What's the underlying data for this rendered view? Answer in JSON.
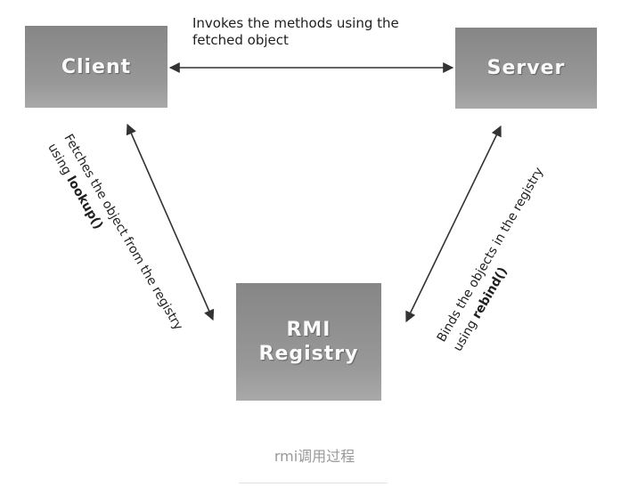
{
  "diagram_type": "rmi-architecture",
  "nodes": {
    "client": {
      "label": "Client"
    },
    "server": {
      "label": "Server"
    },
    "registry": {
      "line1": "RMI",
      "line2": "Registry"
    }
  },
  "edges": {
    "invoke": {
      "line1": "Invokes the methods using the",
      "line2": "fetched object"
    },
    "lookup": {
      "line1": "Fetches the object from the registry",
      "line2_prefix": "using ",
      "line2_bold": "lookup()"
    },
    "rebind": {
      "line1": "Binds the objects in the registry",
      "line2_prefix": "using ",
      "line2_bold": "rebind()"
    }
  },
  "caption": "rmi调用过程",
  "colors": {
    "background": "#ffffff",
    "box_gradient_top": "#868686",
    "box_gradient_bottom": "#a9a9a9",
    "box_label": "#fafafa",
    "arrow": "#333333",
    "note_text": "#1f1f1f",
    "caption_text": "#999999",
    "divider": "#e3e3e3"
  }
}
